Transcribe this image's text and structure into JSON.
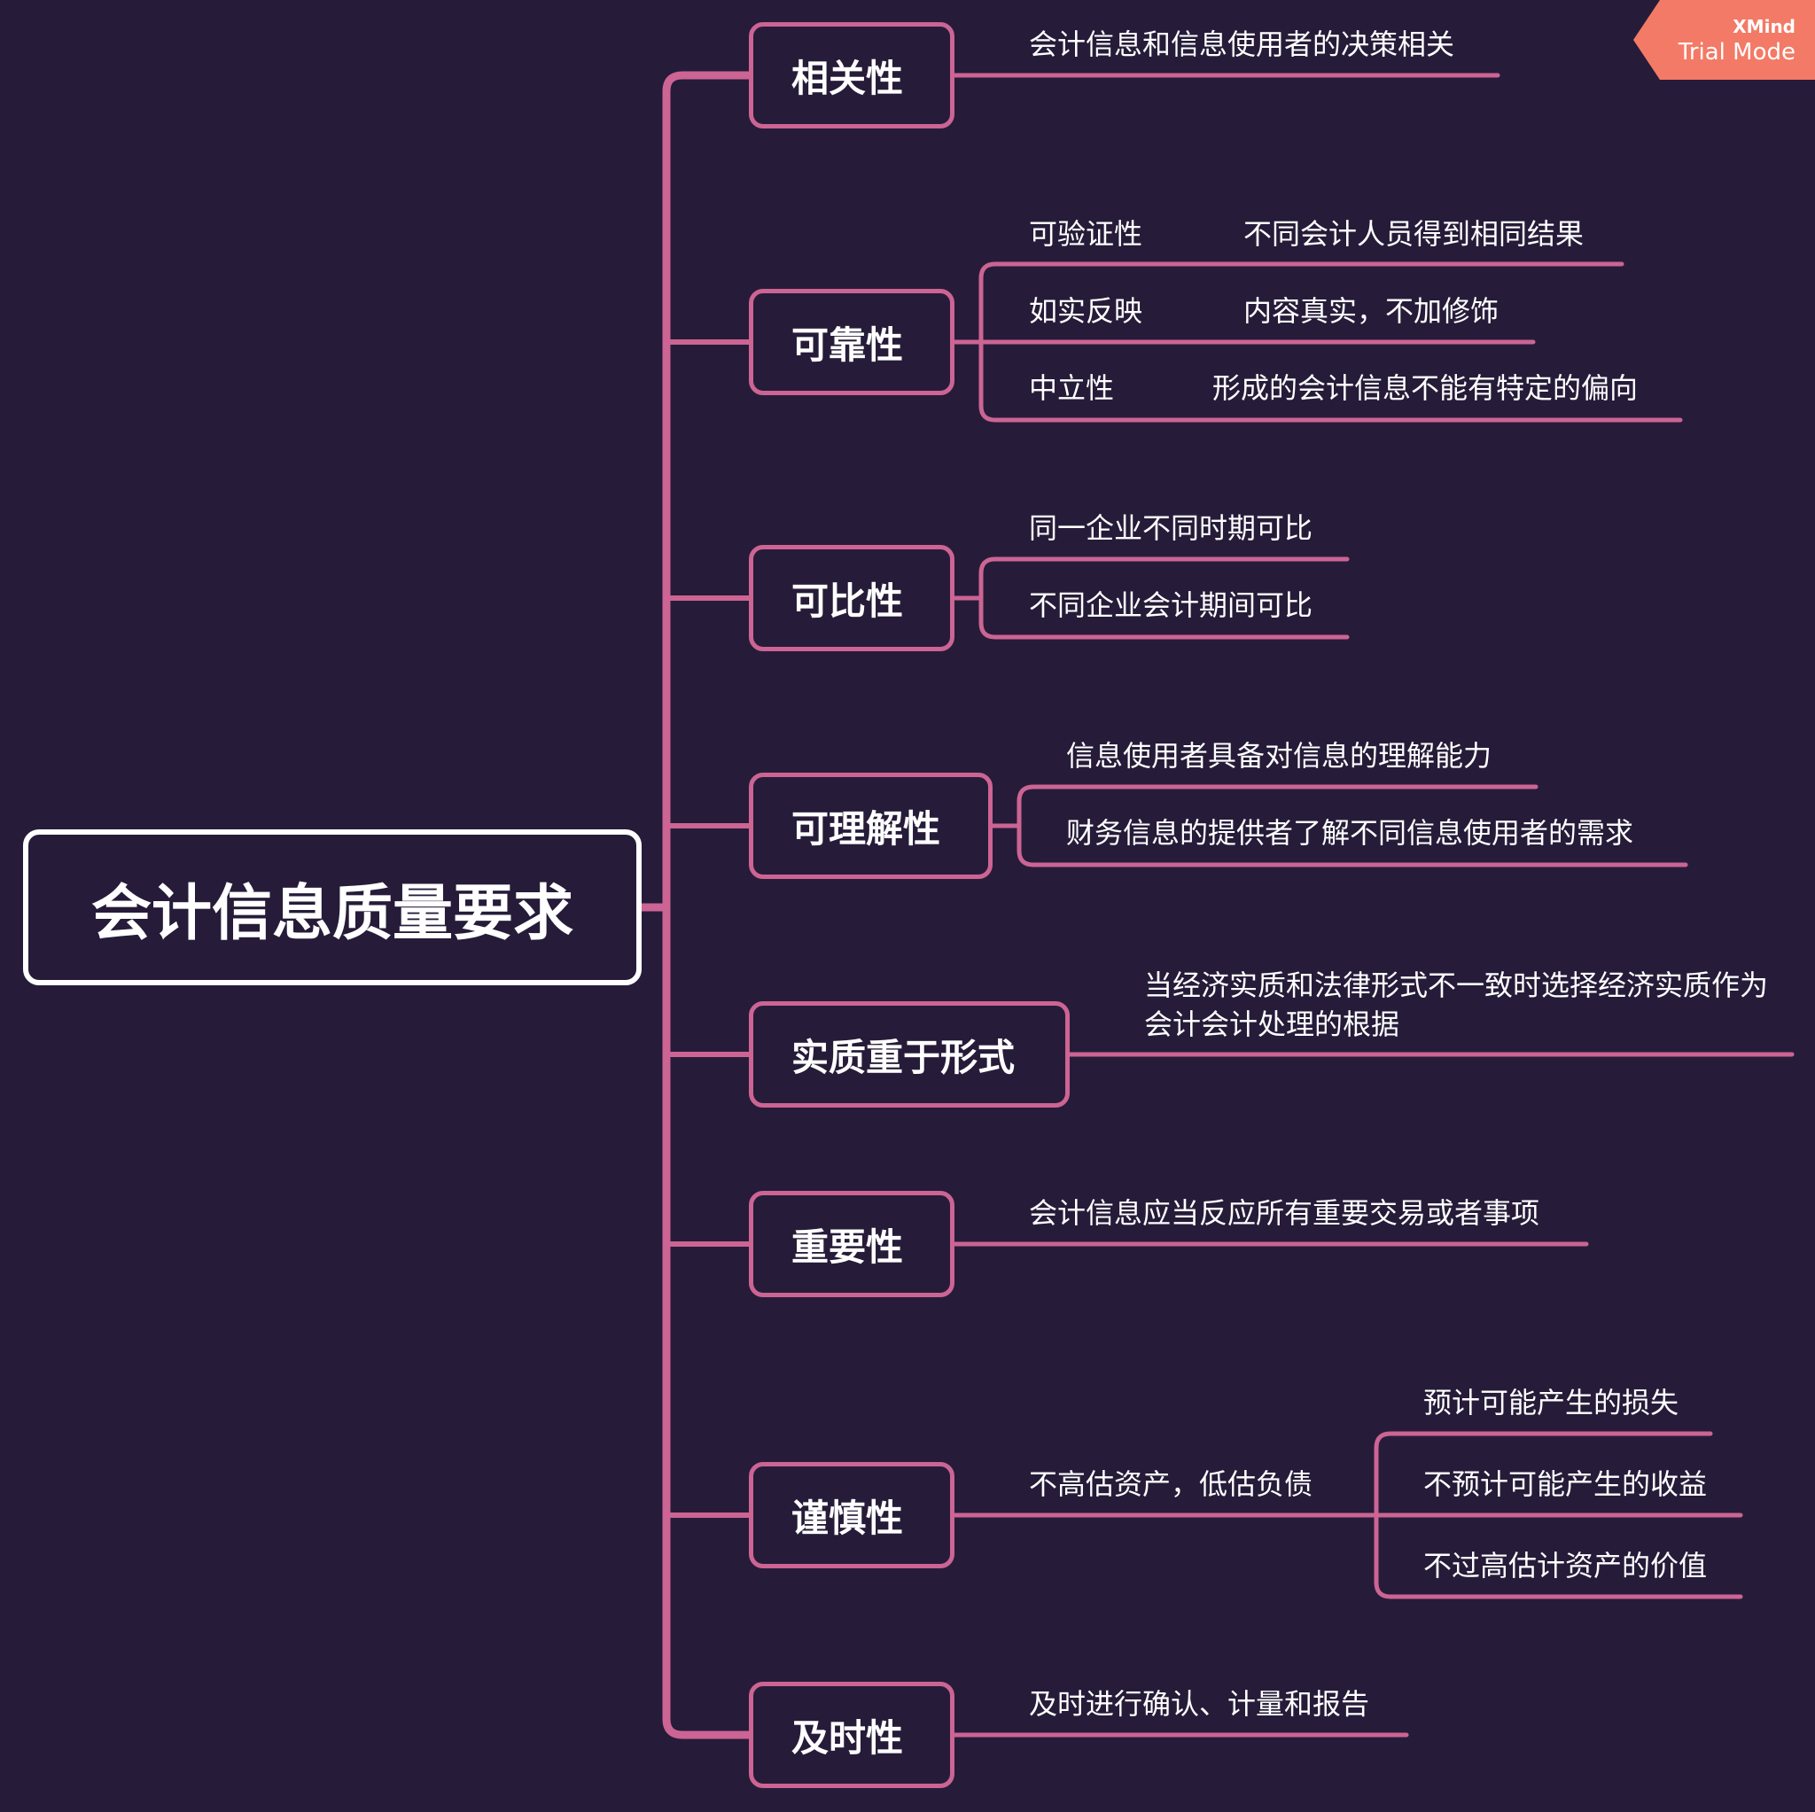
{
  "root": "会计信息质量要求",
  "badge": {
    "line1": "XMind",
    "line2": "Trial Mode"
  },
  "branches": [
    {
      "label": "相关性",
      "children": [
        "会计信息和信息使用者的决策相关"
      ]
    },
    {
      "label": "可靠性",
      "children": [
        {
          "label": "可验证性",
          "detail": "不同会计人员得到相同结果"
        },
        {
          "label": "如实反映",
          "detail": "内容真实，不加修饰"
        },
        {
          "label": "中立性",
          "detail": "形成的会计信息不能有特定的偏向"
        }
      ]
    },
    {
      "label": "可比性",
      "children": [
        "同一企业不同时期可比",
        "不同企业会计期间可比"
      ]
    },
    {
      "label": "可理解性",
      "children": [
        "信息使用者具备对信息的理解能力",
        "财务信息的提供者了解不同信息使用者的需求"
      ]
    },
    {
      "label": "实质重于形式",
      "children": [
        "当经济实质和法律形式不一致时选择经济实质作为会计会计处理的根据"
      ]
    },
    {
      "label": "重要性",
      "children": [
        "会计信息应当反应所有重要交易或者事项"
      ]
    },
    {
      "label": "谨慎性",
      "children": [
        {
          "label": "不高估资产，低估负债",
          "children": [
            "预计可能产生的损失",
            "不预计可能产生的收益",
            "不过高估计资产的价值"
          ]
        }
      ]
    },
    {
      "label": "及时性",
      "children": [
        "及时进行确认、计量和报告"
      ]
    }
  ]
}
